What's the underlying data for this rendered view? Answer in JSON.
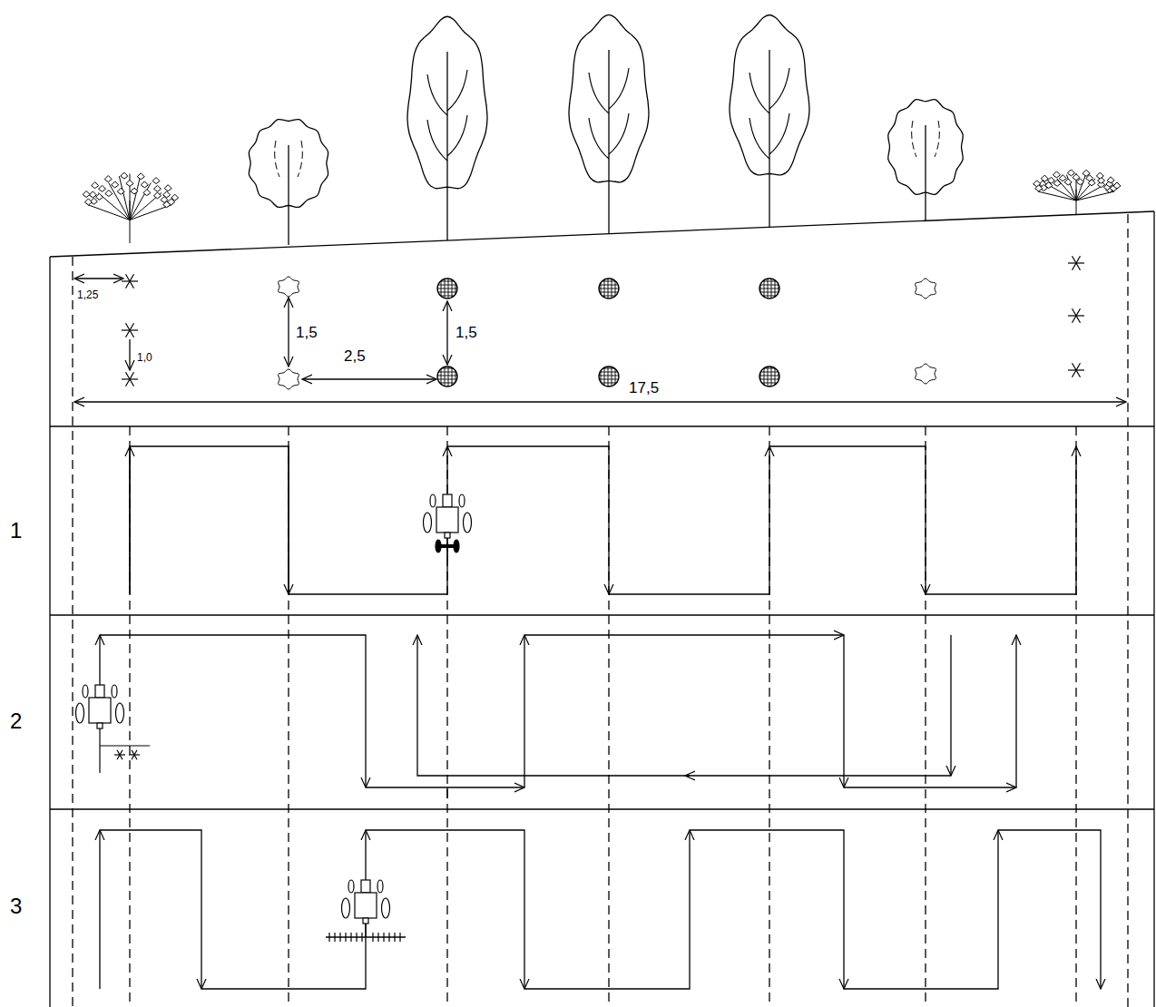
{
  "diagram": {
    "labels": [
      "1,25",
      "1,0",
      "1,5",
      "2,5",
      "1,5",
      "17,5",
      "1",
      "2",
      "3"
    ]
  }
}
